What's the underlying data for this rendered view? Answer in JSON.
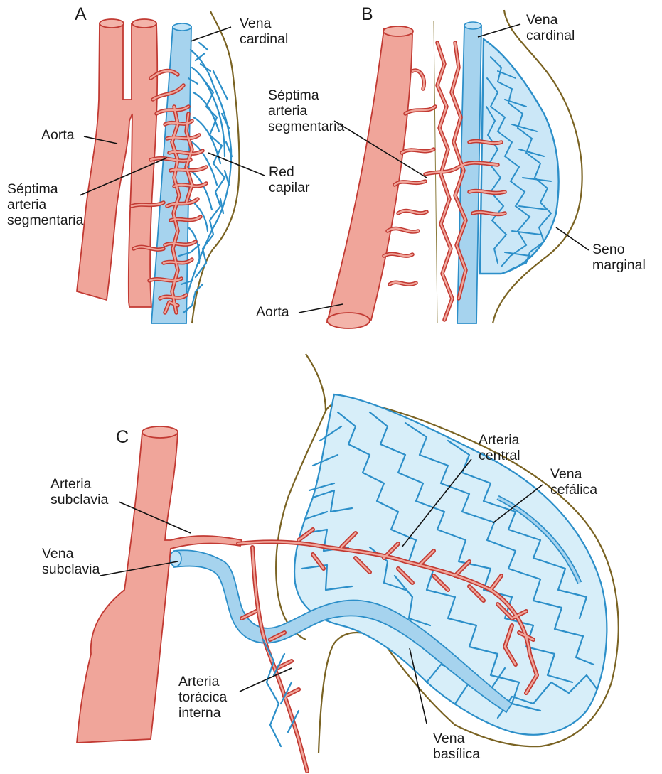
{
  "panels": {
    "A": {
      "letter": "A",
      "labels": {
        "vena_cardinal": [
          "Vena",
          "cardinal"
        ],
        "aorta": [
          "Aorta"
        ],
        "septima": [
          "Séptima",
          "arteria",
          "segmentaria"
        ],
        "red_capilar": [
          "Red",
          "capilar"
        ]
      }
    },
    "B": {
      "letter": "B",
      "labels": {
        "vena_cardinal": [
          "Vena",
          "cardinal"
        ],
        "septima": [
          "Séptima",
          "arteria",
          "segmentaria"
        ],
        "seno_marginal": [
          "Seno",
          "marginal"
        ],
        "aorta": [
          "Aorta"
        ]
      }
    },
    "C": {
      "letter": "C",
      "labels": {
        "arteria_central": [
          "Arteria",
          "central"
        ],
        "vena_cefalica": [
          "Vena",
          "cefálica"
        ],
        "arteria_subclavia": [
          "Arteria",
          "subclavia"
        ],
        "vena_subclavia": [
          "Vena",
          "subclavia"
        ],
        "arteria_toracica": [
          "Arteria",
          "torácica",
          "interna"
        ],
        "vena_basilica": [
          "Vena",
          "basílica"
        ]
      }
    }
  },
  "colors": {
    "artery_fill": "#f0a59a",
    "artery_stroke": "#c23a33",
    "vein_fill": "#a6d3ee",
    "vein_stroke": "#2c8fc9",
    "body_outline": "#7a6323"
  }
}
